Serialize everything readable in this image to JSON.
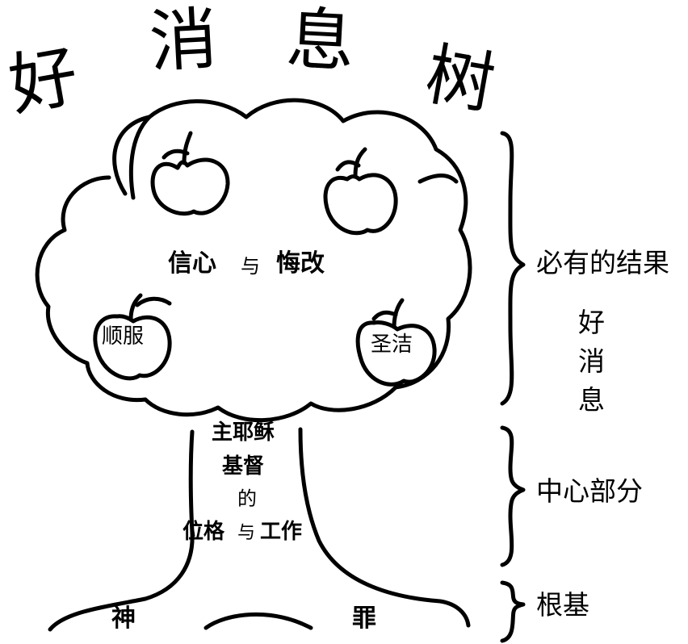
{
  "title": [
    "好",
    "消",
    "息",
    "树"
  ],
  "fruit_center": {
    "left": "信心",
    "connector": "与",
    "right": "悔改"
  },
  "apples": {
    "left_label": "顺服",
    "right_label": "圣洁"
  },
  "trunk": {
    "line1": "主耶稣",
    "line2": "基督",
    "line3": "的",
    "line4_left": "位格",
    "line4_connector": "与",
    "line4_right": "工作"
  },
  "roots": {
    "left": "神",
    "right": "罪"
  },
  "side_labels": {
    "top": "必有的结果",
    "vertical": [
      "好",
      "消",
      "息"
    ],
    "middle": "中心部分",
    "bottom": "根基"
  }
}
